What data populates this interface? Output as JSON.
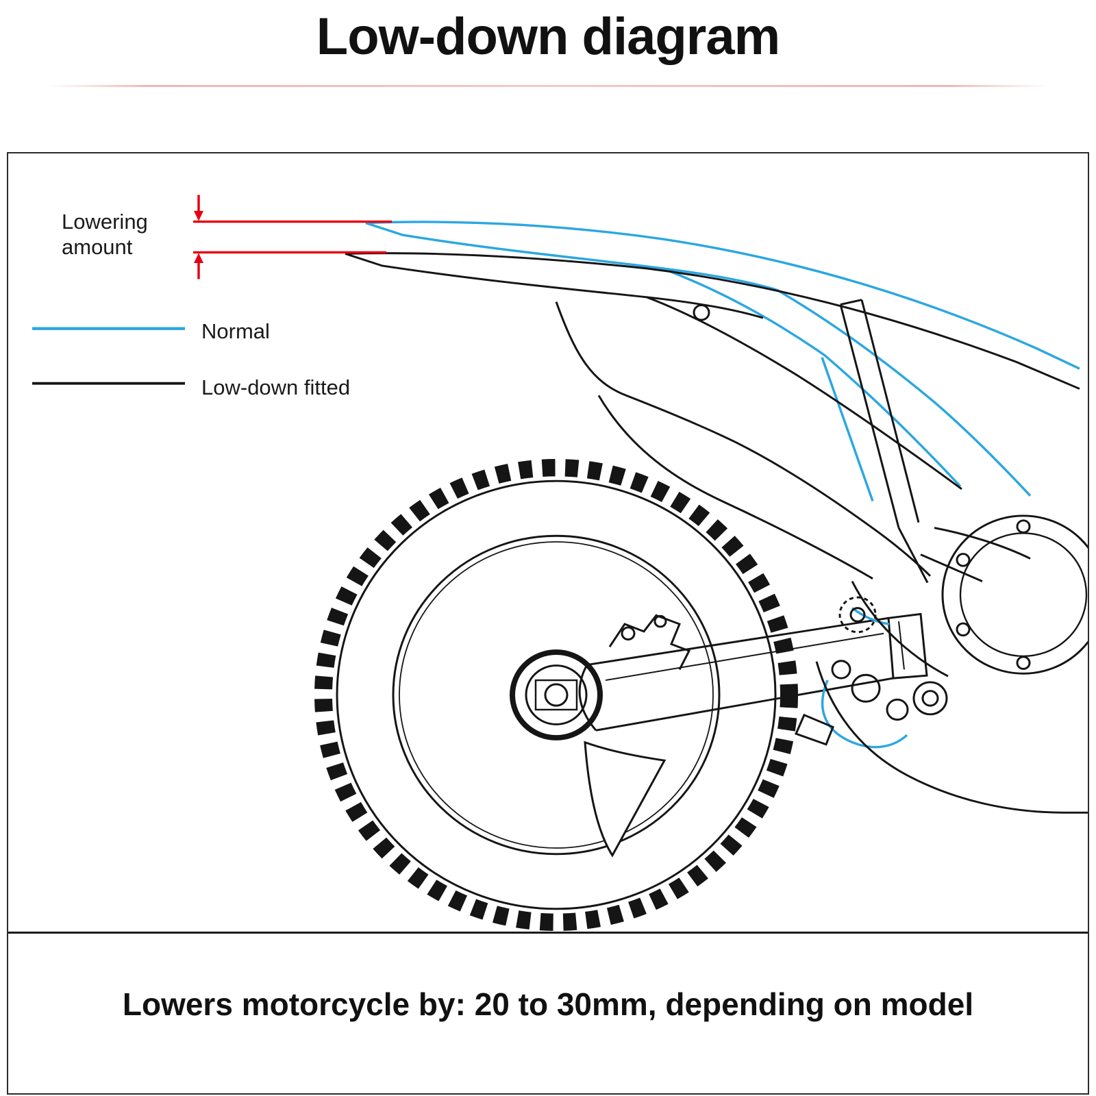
{
  "title": "Low-down diagram",
  "measurement": {
    "label": "Lowering amount",
    "color": "#e60012"
  },
  "legend": {
    "normal": {
      "label": "Normal",
      "color": "#2ba7e1"
    },
    "lowdown": {
      "label": "Low-down fitted",
      "color": "#000000"
    }
  },
  "caption": "Lowers motorcycle by: 20 to 30mm, depending on model"
}
